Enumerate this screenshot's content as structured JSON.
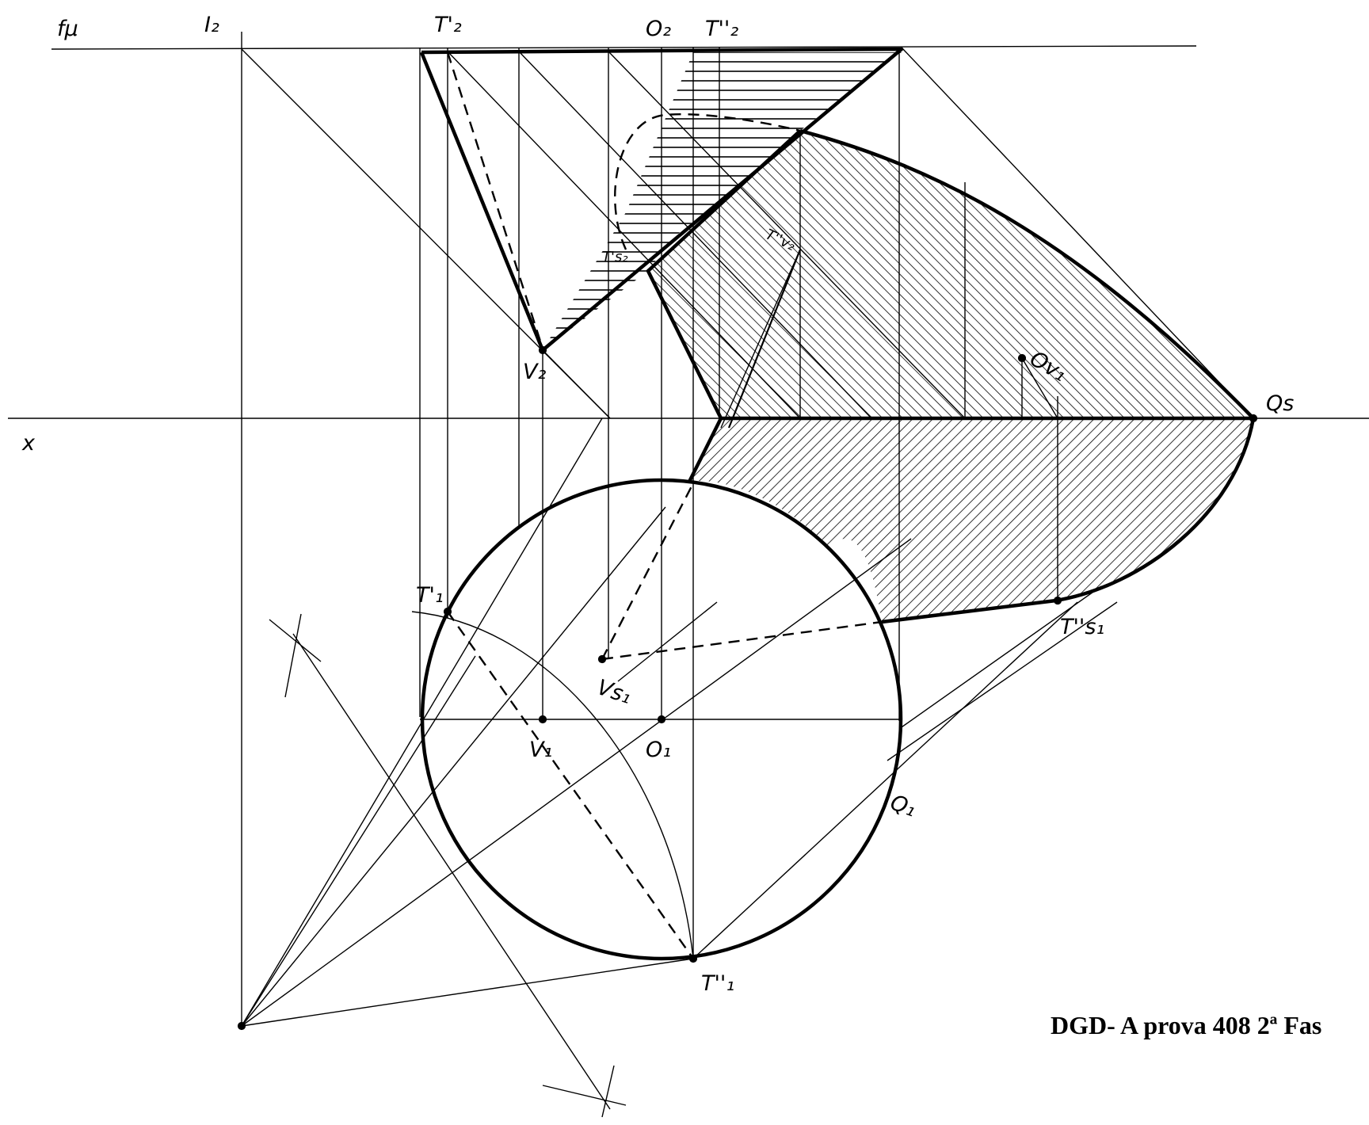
{
  "drawing": {
    "labels": {
      "fmu": "fμ",
      "I2": "I₂",
      "T2p": "T'₂",
      "O2": "O₂",
      "T2pp": "T''₂",
      "x": "x",
      "V2": "V₂",
      "Ts2": "T's₂",
      "Tv2": "T''v₂",
      "Ov1": "Ov₁",
      "Qs": "Qs",
      "T1p": "T'₁",
      "Vs1": "Vs₁",
      "V1": "V₁",
      "O1": "O₁",
      "Ts1": "T''s₁",
      "Q1": "Q₁",
      "T1pp": "T''₁"
    },
    "caption": "DGD- A prova 408 2ª Fas"
  },
  "colors": {
    "ink": "#000000",
    "paper": "#ffffff"
  }
}
